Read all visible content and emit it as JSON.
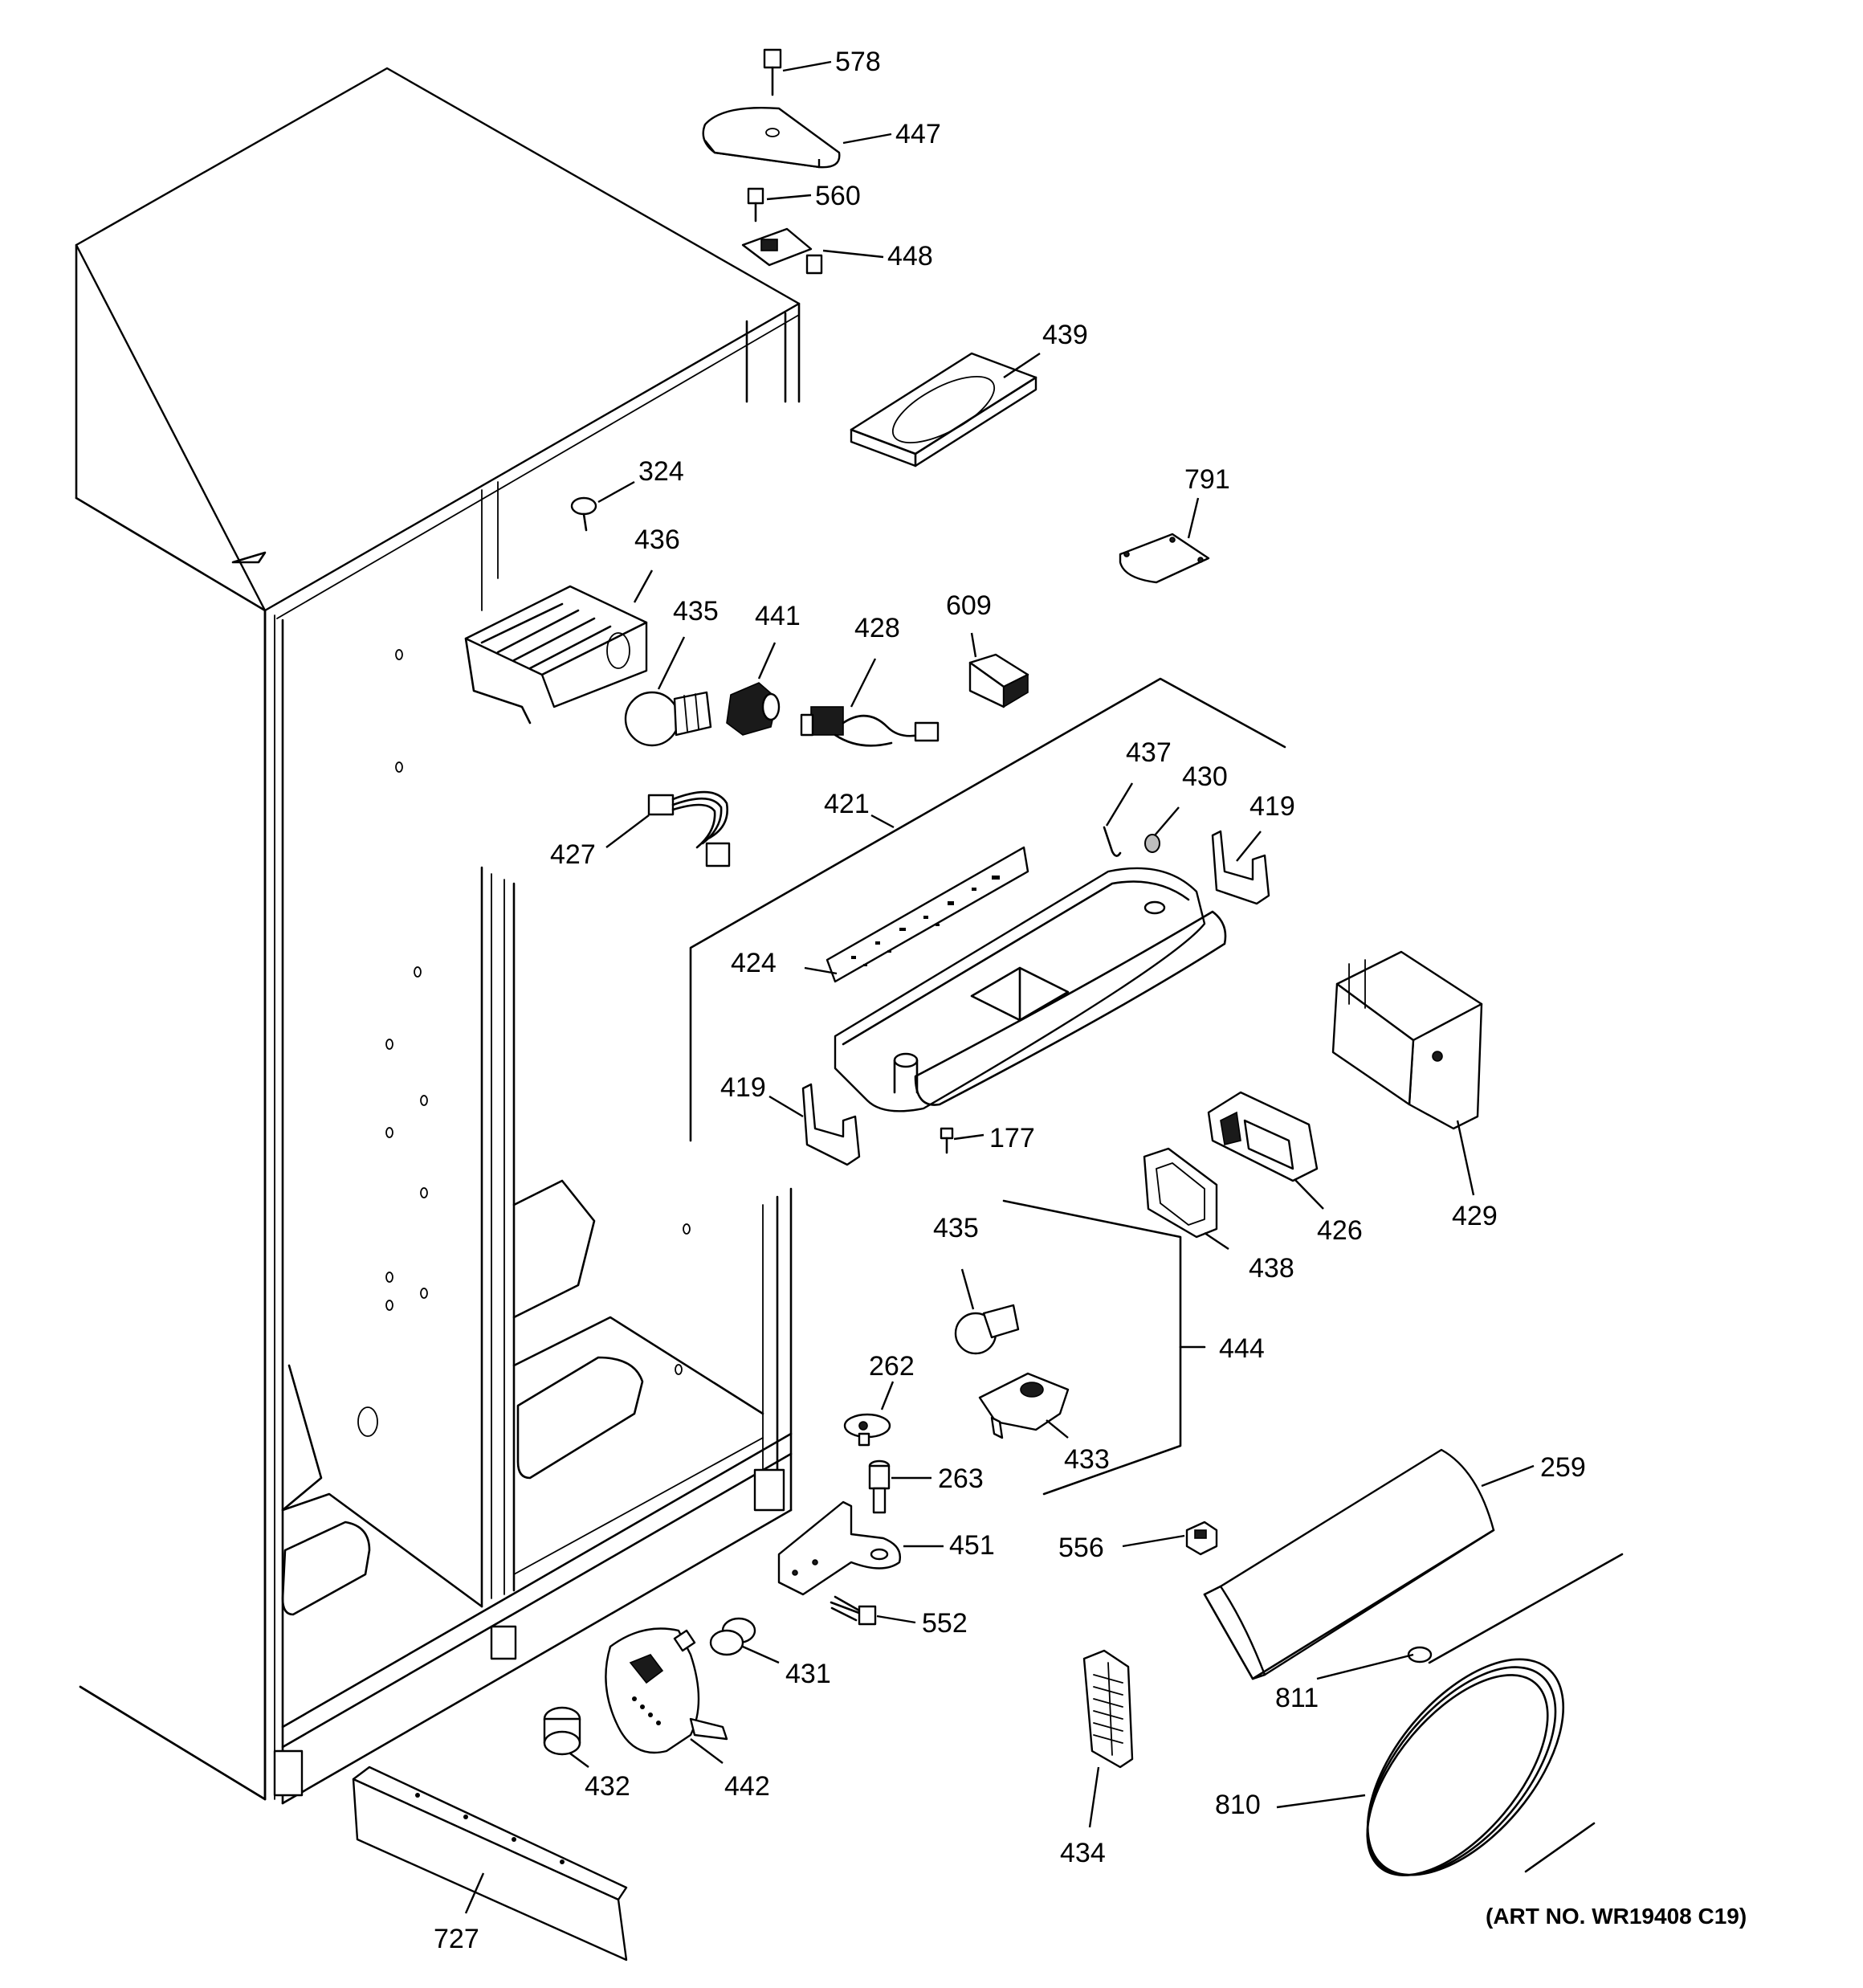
{
  "callouts": {
    "p578": "578",
    "p447": "447",
    "p560": "560",
    "p448": "448",
    "p439": "439",
    "p324": "324",
    "p791": "791",
    "p436": "436",
    "p435a": "435",
    "p441": "441",
    "p428": "428",
    "p609": "609",
    "p437": "437",
    "p430": "430",
    "p419a": "419",
    "p421": "421",
    "p427": "427",
    "p424": "424",
    "p419b": "419",
    "p177": "177",
    "p429": "429",
    "p426": "426",
    "p438": "438",
    "p435b": "435",
    "p444": "444",
    "p262": "262",
    "p433": "433",
    "p263": "263",
    "p451": "451",
    "p259": "259",
    "p556": "556",
    "p552": "552",
    "p431": "431",
    "p811": "811",
    "p432": "432",
    "p442": "442",
    "p810": "810",
    "p434": "434",
    "p727": "727"
  },
  "art_number": "(ART NO. WR19408 C19)"
}
